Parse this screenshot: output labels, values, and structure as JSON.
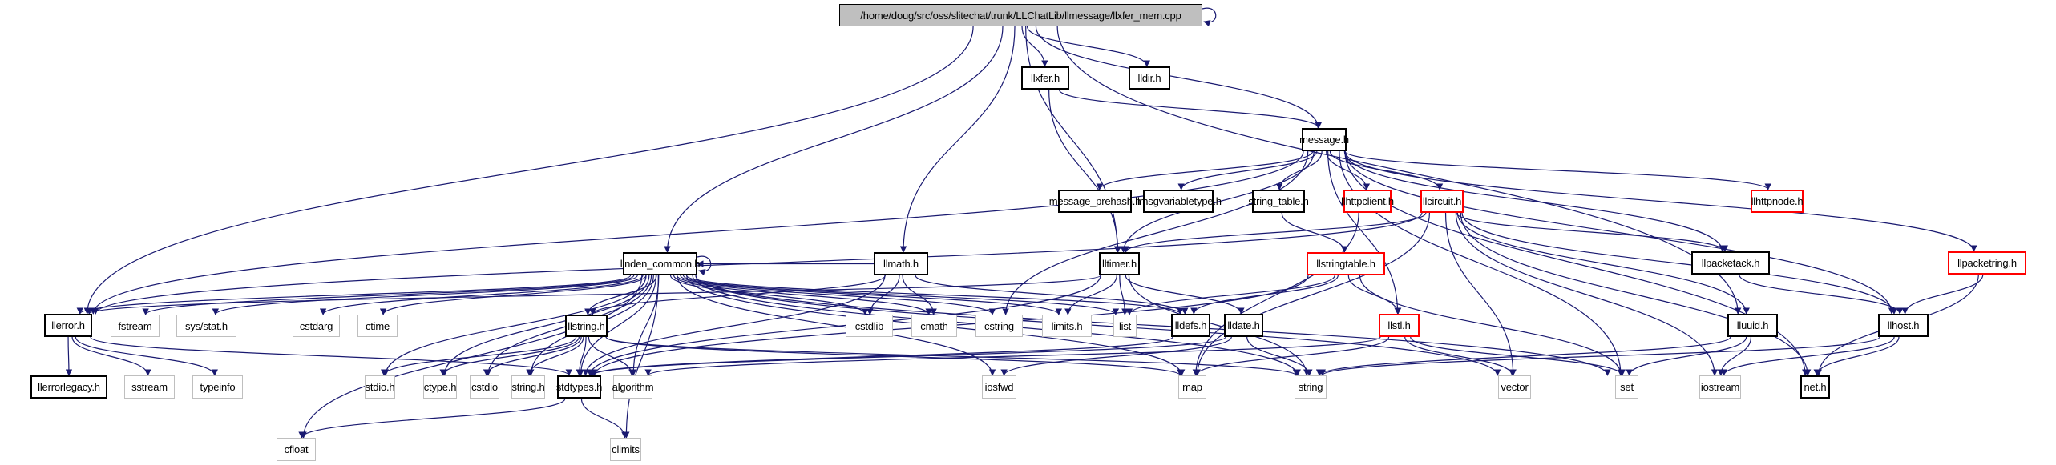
{
  "graph": {
    "title": "/home/doug/src/oss/slitechat/trunk/LLChatLib/llmessage/llxfer_mem.cpp",
    "colors": {
      "edge": "#191970",
      "root_fill": "#bfbfbf",
      "local_border": "#000000",
      "system_border": "#bfbfbf",
      "truncated_border": "#ff0000"
    },
    "nodes": [
      {
        "id": "root",
        "label": "/home/doug/src/oss/slitechat/trunk/LLChatLib/llmessage/llxfer_mem.cpp",
        "kind": "root"
      },
      {
        "id": "llxfer",
        "label": "llxfer.h",
        "kind": "local"
      },
      {
        "id": "lldir",
        "label": "lldir.h",
        "kind": "local"
      },
      {
        "id": "message",
        "label": "message.h",
        "kind": "local"
      },
      {
        "id": "message_prehash",
        "label": "message_prehash.h",
        "kind": "local"
      },
      {
        "id": "llmsgvariabletype",
        "label": "llmsgvariabletype.h",
        "kind": "local"
      },
      {
        "id": "string_table",
        "label": "string_table.h",
        "kind": "local"
      },
      {
        "id": "llhttpclient",
        "label": "llhttpclient.h",
        "kind": "truncated"
      },
      {
        "id": "llcircuit",
        "label": "llcircuit.h",
        "kind": "truncated"
      },
      {
        "id": "llhttpnode",
        "label": "llhttpnode.h",
        "kind": "truncated"
      },
      {
        "id": "linden_common",
        "label": "linden_common.h",
        "kind": "local"
      },
      {
        "id": "llmath",
        "label": "llmath.h",
        "kind": "local"
      },
      {
        "id": "lltimer",
        "label": "lltimer.h",
        "kind": "local"
      },
      {
        "id": "llstringtable",
        "label": "llstringtable.h",
        "kind": "truncated"
      },
      {
        "id": "llpacketack",
        "label": "llpacketack.h",
        "kind": "local"
      },
      {
        "id": "llpacketring",
        "label": "llpacketring.h",
        "kind": "truncated"
      },
      {
        "id": "llerror",
        "label": "llerror.h",
        "kind": "local"
      },
      {
        "id": "fstream",
        "label": "fstream",
        "kind": "system"
      },
      {
        "id": "sys_stat",
        "label": "sys/stat.h",
        "kind": "system"
      },
      {
        "id": "cstdarg",
        "label": "cstdarg",
        "kind": "system"
      },
      {
        "id": "ctime",
        "label": "ctime",
        "kind": "system"
      },
      {
        "id": "llstring",
        "label": "llstring.h",
        "kind": "local"
      },
      {
        "id": "cstdlib",
        "label": "cstdlib",
        "kind": "system"
      },
      {
        "id": "cmath",
        "label": "cmath",
        "kind": "system"
      },
      {
        "id": "cstring",
        "label": "cstring",
        "kind": "system"
      },
      {
        "id": "limits_h",
        "label": "limits.h",
        "kind": "system"
      },
      {
        "id": "list",
        "label": "list",
        "kind": "system"
      },
      {
        "id": "lldefs",
        "label": "lldefs.h",
        "kind": "local"
      },
      {
        "id": "lldate",
        "label": "lldate.h",
        "kind": "local"
      },
      {
        "id": "llstl",
        "label": "llstl.h",
        "kind": "truncated"
      },
      {
        "id": "lluuid",
        "label": "lluuid.h",
        "kind": "local"
      },
      {
        "id": "llhost",
        "label": "llhost.h",
        "kind": "local"
      },
      {
        "id": "llerrorlegacy",
        "label": "llerrorlegacy.h",
        "kind": "local"
      },
      {
        "id": "sstream",
        "label": "sstream",
        "kind": "system"
      },
      {
        "id": "typeinfo",
        "label": "typeinfo",
        "kind": "system"
      },
      {
        "id": "stdio_h",
        "label": "stdio.h",
        "kind": "system"
      },
      {
        "id": "ctype_h",
        "label": "ctype.h",
        "kind": "system"
      },
      {
        "id": "cstdio",
        "label": "cstdio",
        "kind": "system"
      },
      {
        "id": "string_h",
        "label": "string.h",
        "kind": "system"
      },
      {
        "id": "stdtypes",
        "label": "stdtypes.h",
        "kind": "local"
      },
      {
        "id": "algorithm",
        "label": "algorithm",
        "kind": "system"
      },
      {
        "id": "iosfwd",
        "label": "iosfwd",
        "kind": "system"
      },
      {
        "id": "map",
        "label": "map",
        "kind": "system"
      },
      {
        "id": "string",
        "label": "string",
        "kind": "system"
      },
      {
        "id": "vector",
        "label": "vector",
        "kind": "system"
      },
      {
        "id": "set",
        "label": "set",
        "kind": "system"
      },
      {
        "id": "iostream",
        "label": "iostream",
        "kind": "system"
      },
      {
        "id": "net_h",
        "label": "net.h",
        "kind": "local"
      },
      {
        "id": "cfloat",
        "label": "cfloat",
        "kind": "system"
      },
      {
        "id": "climits",
        "label": "climits",
        "kind": "system"
      }
    ],
    "edges": [
      [
        "root",
        "root"
      ],
      [
        "root",
        "llxfer"
      ],
      [
        "root",
        "lldir"
      ],
      [
        "root",
        "message"
      ],
      [
        "root",
        "linden_common"
      ],
      [
        "root",
        "llmath"
      ],
      [
        "root",
        "lltimer"
      ],
      [
        "root",
        "llerror"
      ],
      [
        "root",
        "lluuid"
      ],
      [
        "llxfer",
        "message"
      ],
      [
        "llxfer",
        "lltimer"
      ],
      [
        "message",
        "message_prehash"
      ],
      [
        "message",
        "llmsgvariabletype"
      ],
      [
        "message",
        "string_table"
      ],
      [
        "message",
        "llhttpclient"
      ],
      [
        "message",
        "llcircuit"
      ],
      [
        "message",
        "llhttpnode"
      ],
      [
        "message",
        "llpacketack"
      ],
      [
        "message",
        "llpacketring"
      ],
      [
        "message",
        "lltimer"
      ],
      [
        "message",
        "llstl"
      ],
      [
        "message",
        "llhost"
      ],
      [
        "message",
        "llerror"
      ],
      [
        "message",
        "cstring"
      ],
      [
        "message",
        "set"
      ],
      [
        "message",
        "net_h"
      ],
      [
        "string_table",
        "llstringtable"
      ],
      [
        "llhttpclient",
        "map"
      ],
      [
        "llcircuit",
        "lltimer"
      ],
      [
        "llcircuit",
        "llpacketack"
      ],
      [
        "llcircuit",
        "lluuid"
      ],
      [
        "llcircuit",
        "llhost"
      ],
      [
        "llcircuit",
        "llerror"
      ],
      [
        "llcircuit",
        "map"
      ],
      [
        "llcircuit",
        "vector"
      ],
      [
        "llcircuit",
        "iostream"
      ],
      [
        "llcircuit",
        "net_h"
      ],
      [
        "llpacketack",
        "llhost"
      ],
      [
        "llpacketring",
        "llhost"
      ],
      [
        "llpacketring",
        "net_h"
      ],
      [
        "linden_common",
        "linden_common"
      ],
      [
        "linden_common",
        "llerror"
      ],
      [
        "linden_common",
        "fstream"
      ],
      [
        "linden_common",
        "sys_stat"
      ],
      [
        "linden_common",
        "cstdarg"
      ],
      [
        "linden_common",
        "ctime"
      ],
      [
        "linden_common",
        "llstring"
      ],
      [
        "linden_common",
        "cstdlib"
      ],
      [
        "linden_common",
        "cmath"
      ],
      [
        "linden_common",
        "cstring"
      ],
      [
        "linden_common",
        "limits_h"
      ],
      [
        "linden_common",
        "list"
      ],
      [
        "linden_common",
        "lldefs"
      ],
      [
        "linden_common",
        "stdio_h"
      ],
      [
        "linden_common",
        "ctype_h"
      ],
      [
        "linden_common",
        "cstdio"
      ],
      [
        "linden_common",
        "string_h"
      ],
      [
        "linden_common",
        "stdtypes"
      ],
      [
        "linden_common",
        "algorithm"
      ],
      [
        "linden_common",
        "iosfwd"
      ],
      [
        "linden_common",
        "map"
      ],
      [
        "linden_common",
        "string"
      ],
      [
        "linden_common",
        "vector"
      ],
      [
        "linden_common",
        "set"
      ],
      [
        "linden_common",
        "cfloat"
      ],
      [
        "linden_common",
        "climits"
      ],
      [
        "llmath",
        "llstring"
      ],
      [
        "llmath",
        "cstdlib"
      ],
      [
        "llmath",
        "cmath"
      ],
      [
        "llmath",
        "lldefs"
      ],
      [
        "llmath",
        "stdtypes"
      ],
      [
        "llmath",
        "linden_common"
      ],
      [
        "lltimer",
        "limits_h"
      ],
      [
        "lltimer",
        "list"
      ],
      [
        "lltimer",
        "lldate"
      ],
      [
        "lltimer",
        "string"
      ],
      [
        "lltimer",
        "stdtypes"
      ],
      [
        "lltimer",
        "llerror"
      ],
      [
        "llstringtable",
        "list"
      ],
      [
        "llstringtable",
        "lldefs"
      ],
      [
        "llstringtable",
        "llstl"
      ],
      [
        "llstringtable",
        "set"
      ],
      [
        "llstringtable",
        "stdtypes"
      ],
      [
        "llerror",
        "llerrorlegacy"
      ],
      [
        "llerror",
        "sstream"
      ],
      [
        "llerror",
        "typeinfo"
      ],
      [
        "llerror",
        "stdtypes"
      ],
      [
        "llstring",
        "stdio_h"
      ],
      [
        "llstring",
        "ctype_h"
      ],
      [
        "llstring",
        "cstdio"
      ],
      [
        "llstring",
        "string_h"
      ],
      [
        "llstring",
        "stdtypes"
      ],
      [
        "llstring",
        "algorithm"
      ],
      [
        "llstring",
        "map"
      ],
      [
        "llstring",
        "string"
      ],
      [
        "lldefs",
        "stdtypes"
      ],
      [
        "lldate",
        "iosfwd"
      ],
      [
        "lldate",
        "string"
      ],
      [
        "lldate",
        "stdtypes"
      ],
      [
        "llstl",
        "map"
      ],
      [
        "llstl",
        "vector"
      ],
      [
        "llstl",
        "set"
      ],
      [
        "llstl",
        "algorithm"
      ],
      [
        "lluuid",
        "set"
      ],
      [
        "lluuid",
        "iostream"
      ],
      [
        "lluuid",
        "string"
      ],
      [
        "llhost",
        "iostream"
      ],
      [
        "llhost",
        "net_h"
      ],
      [
        "llhost",
        "string"
      ],
      [
        "stdtypes",
        "climits"
      ],
      [
        "stdtypes",
        "cfloat"
      ]
    ]
  }
}
